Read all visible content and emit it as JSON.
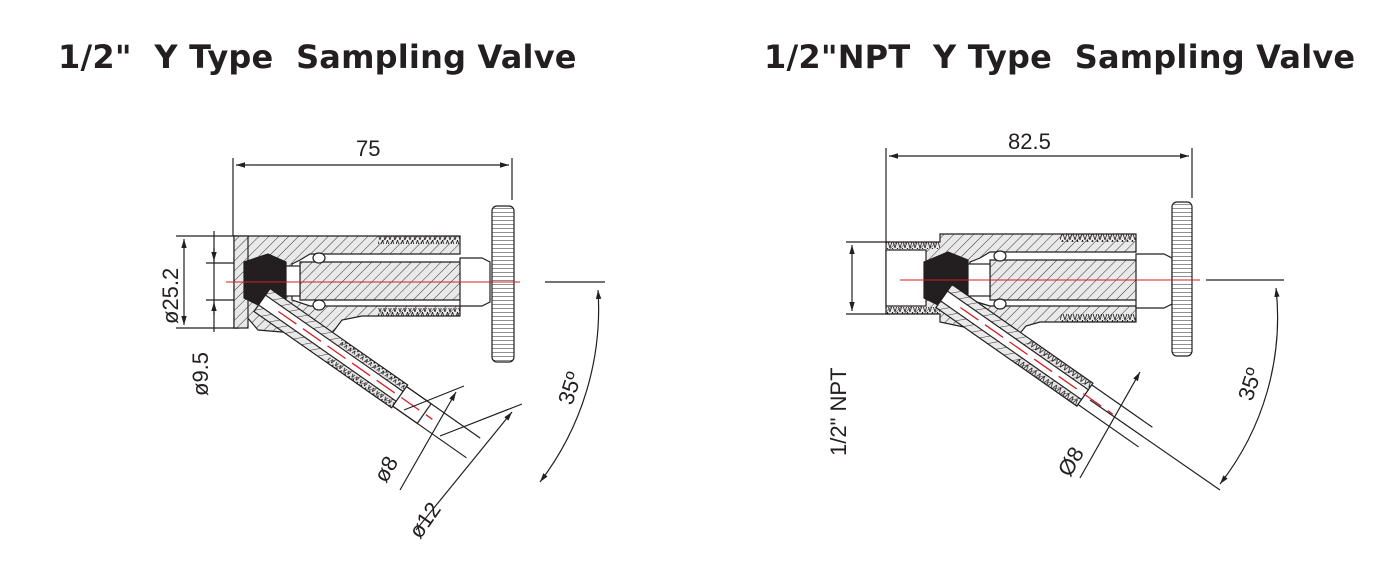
{
  "colors": {
    "line": "#231f20",
    "hatch_fill": "#e9e9e9",
    "seal": "#231f20",
    "centerline": "#d21f26"
  },
  "left": {
    "title": "1/2\"  Y Type  Sampling Valve",
    "dims": {
      "length": "75",
      "body_dia": "ø25.2",
      "bore_dia": "ø9.5",
      "angle": "35º",
      "outlet_inner": "ø8",
      "outlet_outer": "ø12"
    }
  },
  "right": {
    "title": "1/2\"NPT  Y Type  Sampling Valve",
    "dims": {
      "length": "82.5",
      "thread": "1/2\" NPT",
      "angle": "35º",
      "outlet_inner": "Ø8"
    }
  }
}
